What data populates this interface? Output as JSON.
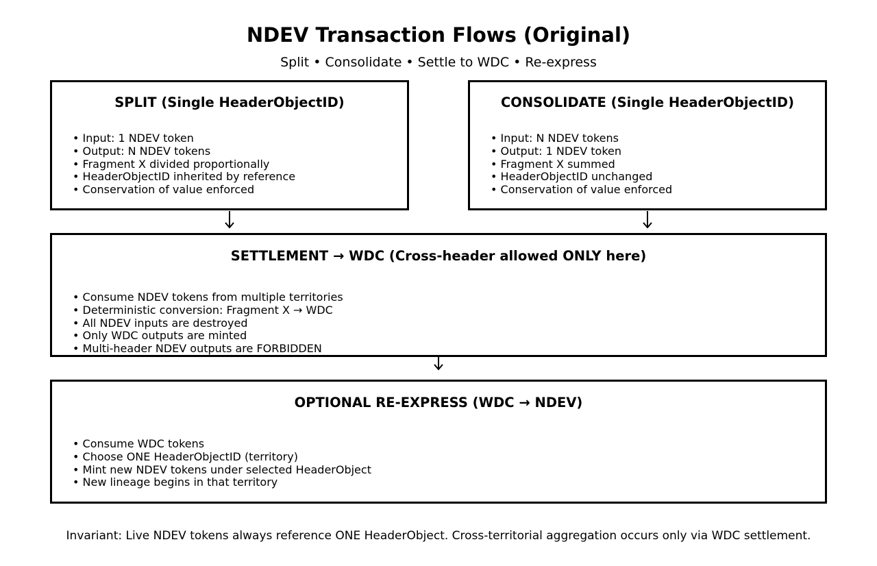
{
  "title": "NDEV Transaction Flows (Original)",
  "subtitle": "Split • Consolidate • Settle to WDC • Re-express",
  "split": {
    "heading": "SPLIT (Single HeaderObjectID)",
    "items": [
      "Input: 1 NDEV token",
      "Output: N NDEV tokens",
      "Fragment X divided proportionally",
      "HeaderObjectID inherited by reference",
      "Conservation of value enforced"
    ]
  },
  "consolidate": {
    "heading": "CONSOLIDATE (Single HeaderObjectID)",
    "items": [
      "Input: N NDEV tokens",
      "Output: 1 NDEV token",
      "Fragment X summed",
      "HeaderObjectID unchanged",
      "Conservation of value enforced"
    ]
  },
  "settlement": {
    "heading": "SETTLEMENT → WDC (Cross-header allowed ONLY here)",
    "items": [
      "Consume NDEV tokens from multiple territories",
      "Deterministic conversion: Fragment X → WDC",
      "All NDEV inputs are destroyed",
      "Only WDC outputs are minted",
      "Multi-header NDEV outputs are FORBIDDEN"
    ]
  },
  "reexpress": {
    "heading": "OPTIONAL RE-EXPRESS (WDC → NDEV)",
    "items": [
      "Consume WDC tokens",
      "Choose ONE HeaderObjectID (territory)",
      "Mint new NDEV tokens under selected HeaderObject",
      "New lineage begins in that territory"
    ]
  },
  "footer": "Invariant: Live NDEV tokens always reference ONE HeaderObject. Cross-territorial aggregation occurs only via WDC settlement."
}
